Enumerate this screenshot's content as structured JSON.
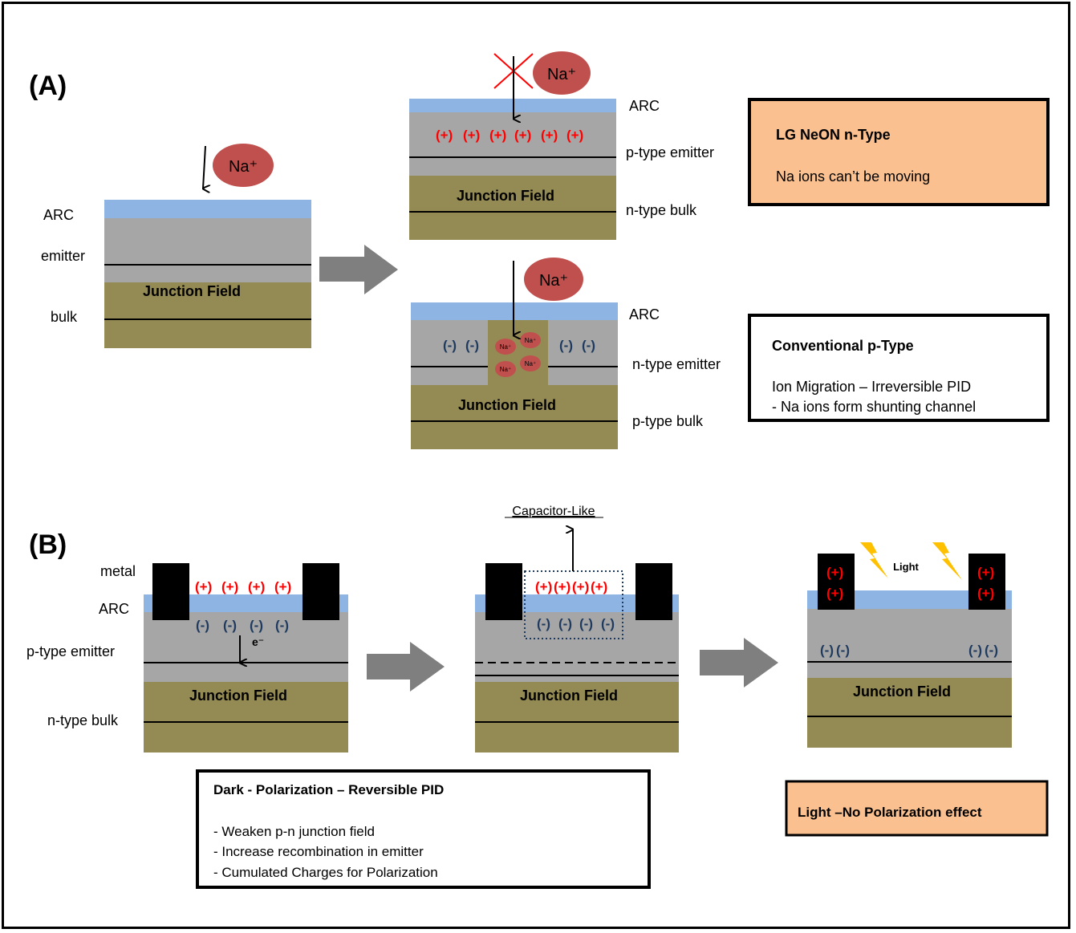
{
  "panel_a": {
    "label": "(A)",
    "ion": "Na⁺",
    "ion_small": "Na⁺",
    "left_cell": {
      "arc": "ARC",
      "emitter": "emitter",
      "bulk": "bulk",
      "field": "Junction Field"
    },
    "top_cell": {
      "arc": "ARC",
      "emitter": "p-type emitter",
      "bulk": "n-type bulk",
      "field": "Junction Field",
      "charges": "(+)"
    },
    "bottom_cell": {
      "arc": "ARC",
      "emitter": "n-type emitter",
      "bulk": "p-type bulk",
      "field": "Junction Field",
      "charges": "(-)"
    },
    "box_ntype": {
      "title": "LG NeON  n-Type",
      "line1": "Na ions can’t be moving",
      "fill": "#fac090"
    },
    "box_ptype": {
      "title": "Conventional   p-Type",
      "line1": "Ion Migration – Irreversible PID",
      "line2": "- Na ions form shunting channel"
    }
  },
  "panel_b": {
    "label": "(B)",
    "labels": {
      "metal": "metal",
      "arc": "ARC",
      "emitter": "p-type emitter",
      "bulk": "n-type bulk"
    },
    "field": "Junction Field",
    "pos": "(+)",
    "neg": "(-)",
    "electron": "e⁻",
    "capacitor": "Capacitor-Like",
    "light": "Light",
    "box_dark": {
      "title": "Dark  - Polarization – Reversible PID",
      "items": [
        "- Weaken p-n junction field",
        "- Increase recombination in emitter",
        "- Cumulated Charges for Polarization"
      ]
    },
    "box_light": {
      "title": "Light –No  Polarization  effect",
      "fill": "#fac090"
    }
  },
  "colors": {
    "arc": "#8eb4e3",
    "emitter": "#a6a6a6",
    "bulk": "#948a54",
    "arrow": "#7f7f7f",
    "ion": "#c0504d",
    "cross": "#ff0000",
    "lightning": "#ffc000"
  }
}
